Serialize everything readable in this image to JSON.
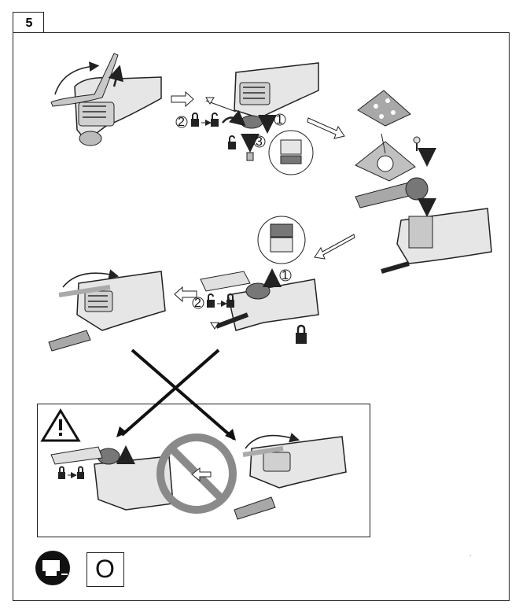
{
  "section": {
    "number": "5"
  },
  "steps": {
    "one": "1",
    "two": "2",
    "three": "3"
  },
  "footer": {
    "operating_mode_label": "O"
  },
  "colors": {
    "line": "#222222",
    "fill_light": "#d9d9d9",
    "fill_mid": "#a8a8a8",
    "fill_dark": "#3a3a3a",
    "prohibit_grey": "#8a8a8a"
  },
  "icons": [
    "unlock-icon",
    "lock-icon",
    "arrow-right-icon",
    "warning-triangle-icon",
    "prohibition-icon",
    "battery-remove-icon",
    "rotate-arrow-icon"
  ]
}
